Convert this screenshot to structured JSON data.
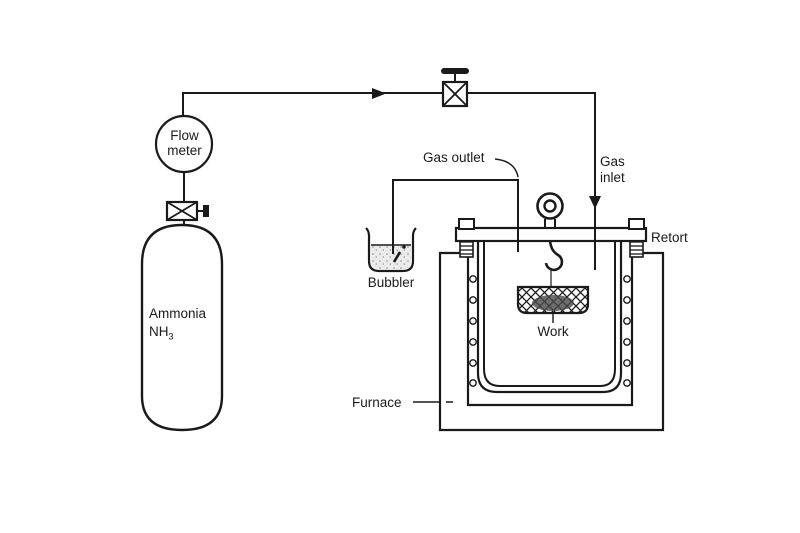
{
  "colors": {
    "line": "#1a1a1a",
    "background": "#ffffff",
    "work_blob": "#4a4a4a",
    "liquid_base": "#ebebeb",
    "stipple_dot": "#8f8f8f"
  },
  "labels": {
    "flow_meter": {
      "line1": "Flow",
      "line2": "meter"
    },
    "cylinder": {
      "name": "Ammonia",
      "formula_main": "NH",
      "formula_sub": "3"
    },
    "gas_outlet": "Gas outlet",
    "gas_inlet": {
      "line1": "Gas",
      "line2": "inlet"
    },
    "bubbler": "Bubbler",
    "retort": "Retort",
    "work": "Work",
    "furnace": "Furnace"
  },
  "icons": {
    "valve": "bowtie-valve-symbol",
    "arrow": "flow-direction-arrow",
    "hook": "lifting-hook",
    "eye_bolt": "lifting-eye"
  }
}
